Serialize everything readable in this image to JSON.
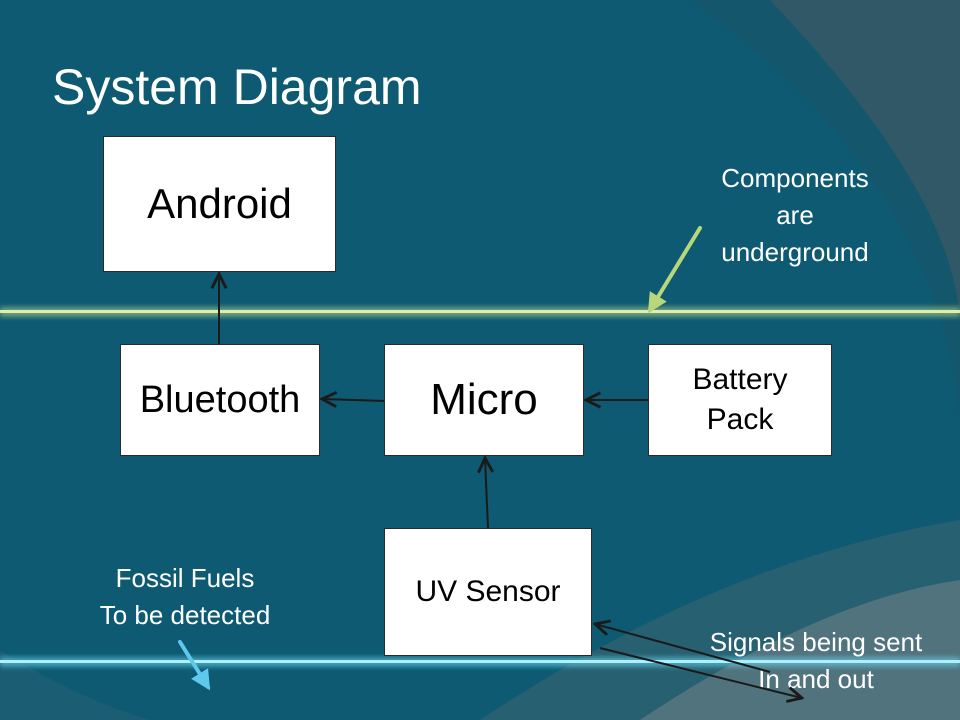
{
  "title": "System Diagram",
  "blocks": {
    "android": "Android",
    "bluetooth": "Bluetooth",
    "micro": "Micro",
    "battery_line1": "Battery",
    "battery_line2": "Pack",
    "uv_sensor": "UV Sensor"
  },
  "annotations": {
    "components_line1": "Components",
    "components_line2": "are",
    "components_line3": "underground",
    "fossil_line1": "Fossil Fuels",
    "fossil_line2": "To be detected",
    "signals_line1": "Signals being sent",
    "signals_line2": "In and out"
  },
  "colors": {
    "background": "#0d5a72",
    "ground_line": "#c8e089",
    "fuel_line": "#6ad6ee"
  }
}
